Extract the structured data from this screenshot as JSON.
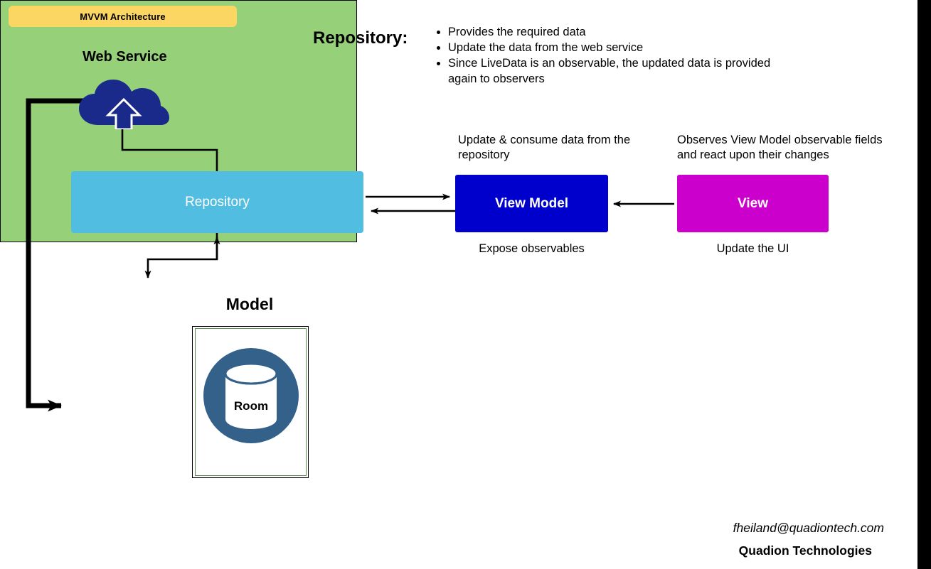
{
  "banner": {
    "label": "MVVM Architecture",
    "color": "#fcd662"
  },
  "web_service": {
    "title": "Web Service",
    "icon": "cloud-upload-icon",
    "color": "#1a2a8a"
  },
  "repository_notes": {
    "heading": "Repository:",
    "bullets": [
      "Provides the required data",
      "Update the data from the web service",
      "Since LiveData is an observable, the updated data is provided again to observers"
    ]
  },
  "nodes": {
    "repository": {
      "label": "Repository",
      "color": "#51bde0"
    },
    "view_model": {
      "label": "View Model",
      "color": "#0000cc"
    },
    "view": {
      "label": "View",
      "color": "#cc00cc"
    },
    "model": {
      "label": "Model",
      "color": "#96d078"
    },
    "room": {
      "label": "Room",
      "icon": "database-cylinder-icon",
      "color": "#34618a"
    }
  },
  "captions": {
    "view_model_top": "Update & consume data from the repository",
    "view_model_bottom": "Expose observables",
    "view_top": "Observes View Model observable fields and react upon their changes",
    "view_bottom": "Update the UI"
  },
  "footer": {
    "email": "fheiland@quadiontech.com",
    "company": "Quadion Technologies"
  }
}
